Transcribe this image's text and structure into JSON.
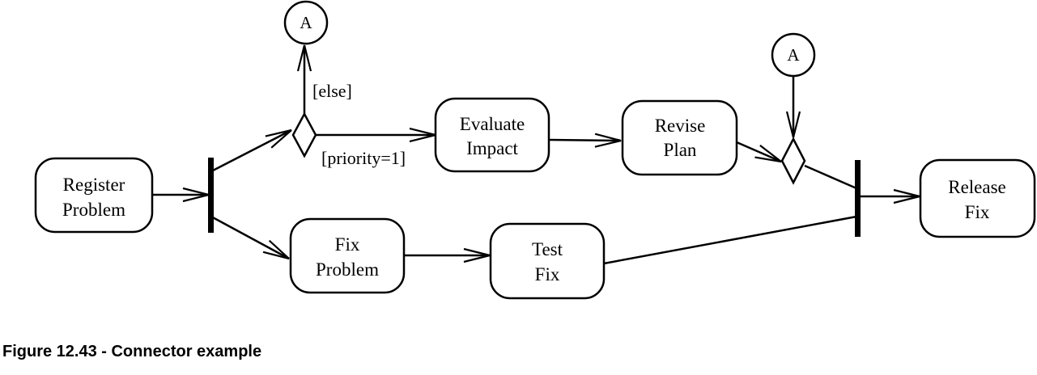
{
  "caption": "Figure 12.43 - Connector example",
  "actions": {
    "register_problem": {
      "line1": "Register",
      "line2": "Problem"
    },
    "evaluate_impact": {
      "line1": "Evaluate",
      "line2": "Impact"
    },
    "revise_plan": {
      "line1": "Revise",
      "line2": "Plan"
    },
    "fix_problem": {
      "line1": "Fix",
      "line2": "Problem"
    },
    "test_fix": {
      "line1": "Test",
      "line2": "Fix"
    },
    "release_fix": {
      "line1": "Release",
      "line2": "Fix"
    }
  },
  "connectors": {
    "outgoing": "A",
    "incoming": "A"
  },
  "guards": {
    "else": "[else]",
    "priority": "[priority=1]"
  }
}
